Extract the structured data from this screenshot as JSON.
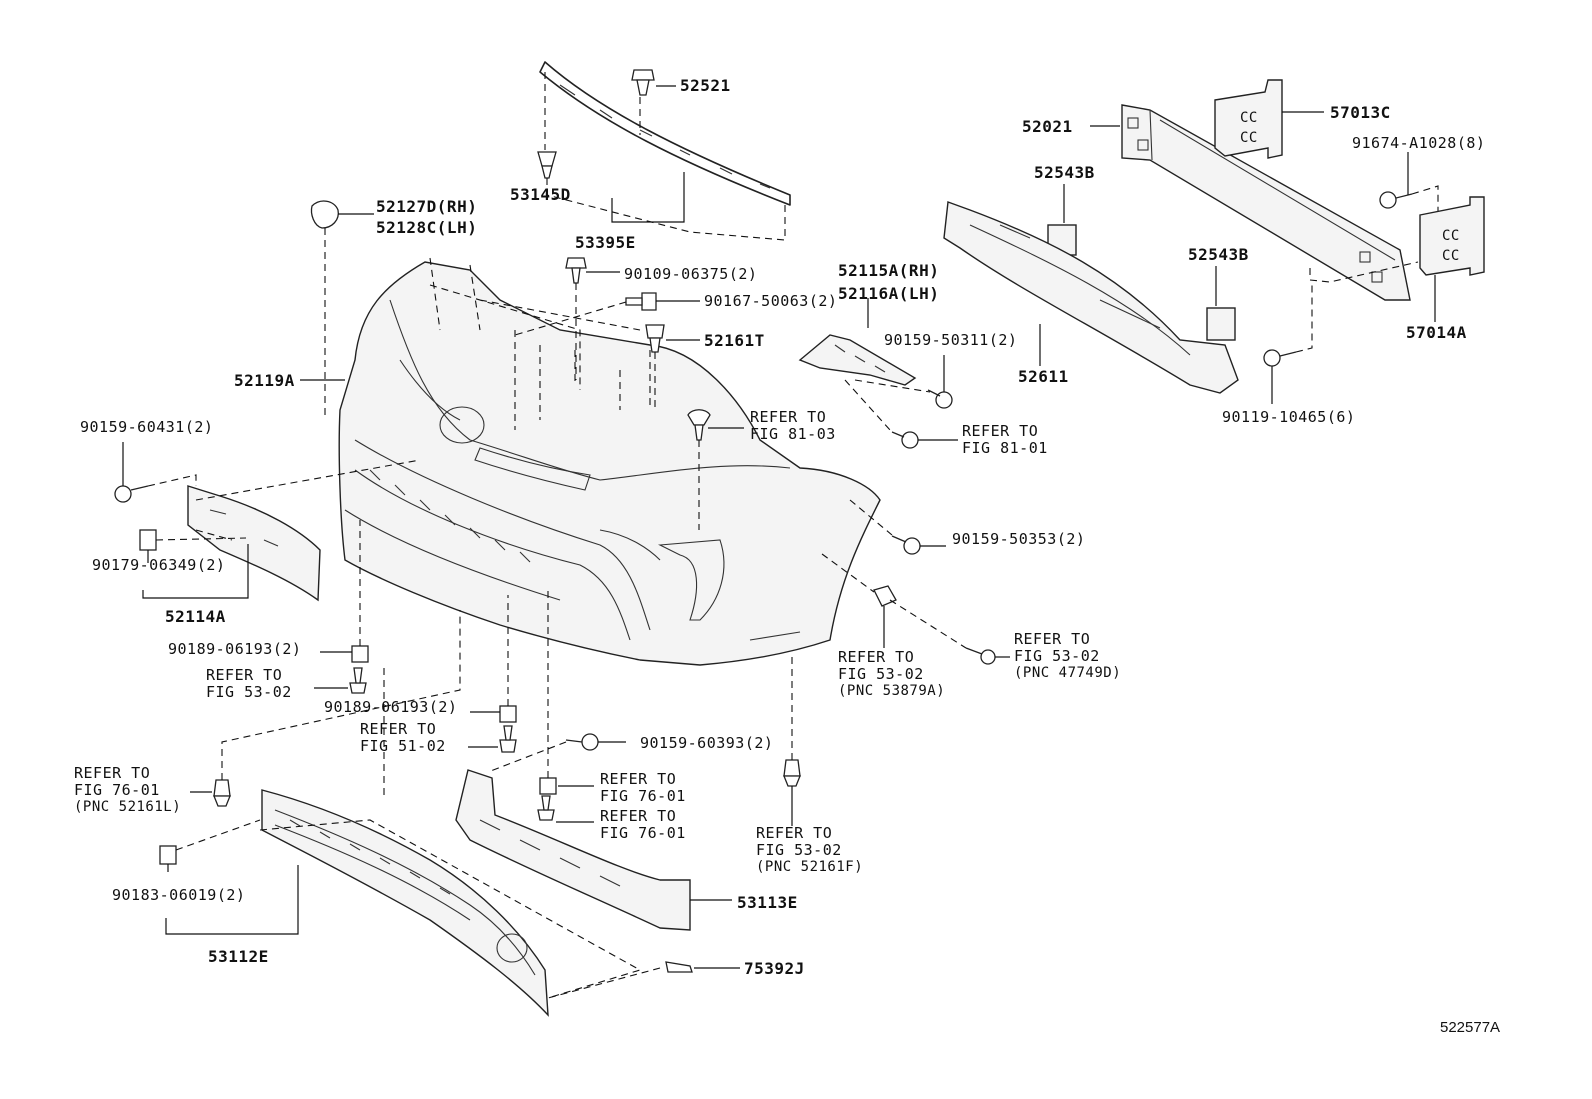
{
  "diagram_id": "522577A",
  "parts": {
    "p52521": "52521",
    "p53145D": "53145D",
    "p53395E": "53395E",
    "p52127D": "52127D(RH)",
    "p52128C": "52128C(LH)",
    "p90109": "90109-06375(2)",
    "p90167": "90167-50063(2)",
    "p52161T": "52161T",
    "p52119A": "52119A",
    "p90159_60431": "90159-60431(2)",
    "p90179": "90179-06349(2)",
    "p52114A": "52114A",
    "p90189_a": "90189-06193(2)",
    "p90189_b": "90189-06193(2)",
    "p90159_60393": "90159-60393(2)",
    "p90183": "90183-06019(2)",
    "p53112E": "53112E",
    "p53113E": "53113E",
    "p75392J": "75392J",
    "p52115A": "52115A(RH)",
    "p52116A": "52116A(LH)",
    "p90159_50311": "90159-50311(2)",
    "p90159_50353": "90159-50353(2)",
    "p52021": "52021",
    "p57013C": "57013C",
    "p91674": "91674-A1028(8)",
    "p52543B_a": "52543B",
    "p52543B_b": "52543B",
    "p52611": "52611",
    "p57014A": "57014A",
    "p90119": "90119-10465(6)"
  },
  "refs": {
    "r1": {
      "line1": "REFER TO",
      "line2": "FIG 81-03"
    },
    "r2": {
      "line1": "REFER TO",
      "line2": "FIG 81-01"
    },
    "r3": {
      "line1": "REFER TO",
      "line2": "FIG 53-02"
    },
    "r4": {
      "line1": "REFER TO",
      "line2": "FIG 51-02"
    },
    "r5": {
      "line1": "REFER TO",
      "line2": "FIG 76-01",
      "line3": "(PNC 52161L)"
    },
    "r6": {
      "line1": "REFER TO",
      "line2": "FIG 76-01"
    },
    "r7": {
      "line1": "REFER TO",
      "line2": "FIG 76-01"
    },
    "r8": {
      "line1": "REFER TO",
      "line2": "FIG 53-02",
      "line3": "(PNC 52161F)"
    },
    "r9": {
      "line1": "REFER TO",
      "line2": "FIG 53-02",
      "line3": "(PNC 53879A)"
    },
    "r10": {
      "line1": "REFER TO",
      "line2": "FIG 53-02",
      "line3": "(PNC 47749D)"
    }
  }
}
